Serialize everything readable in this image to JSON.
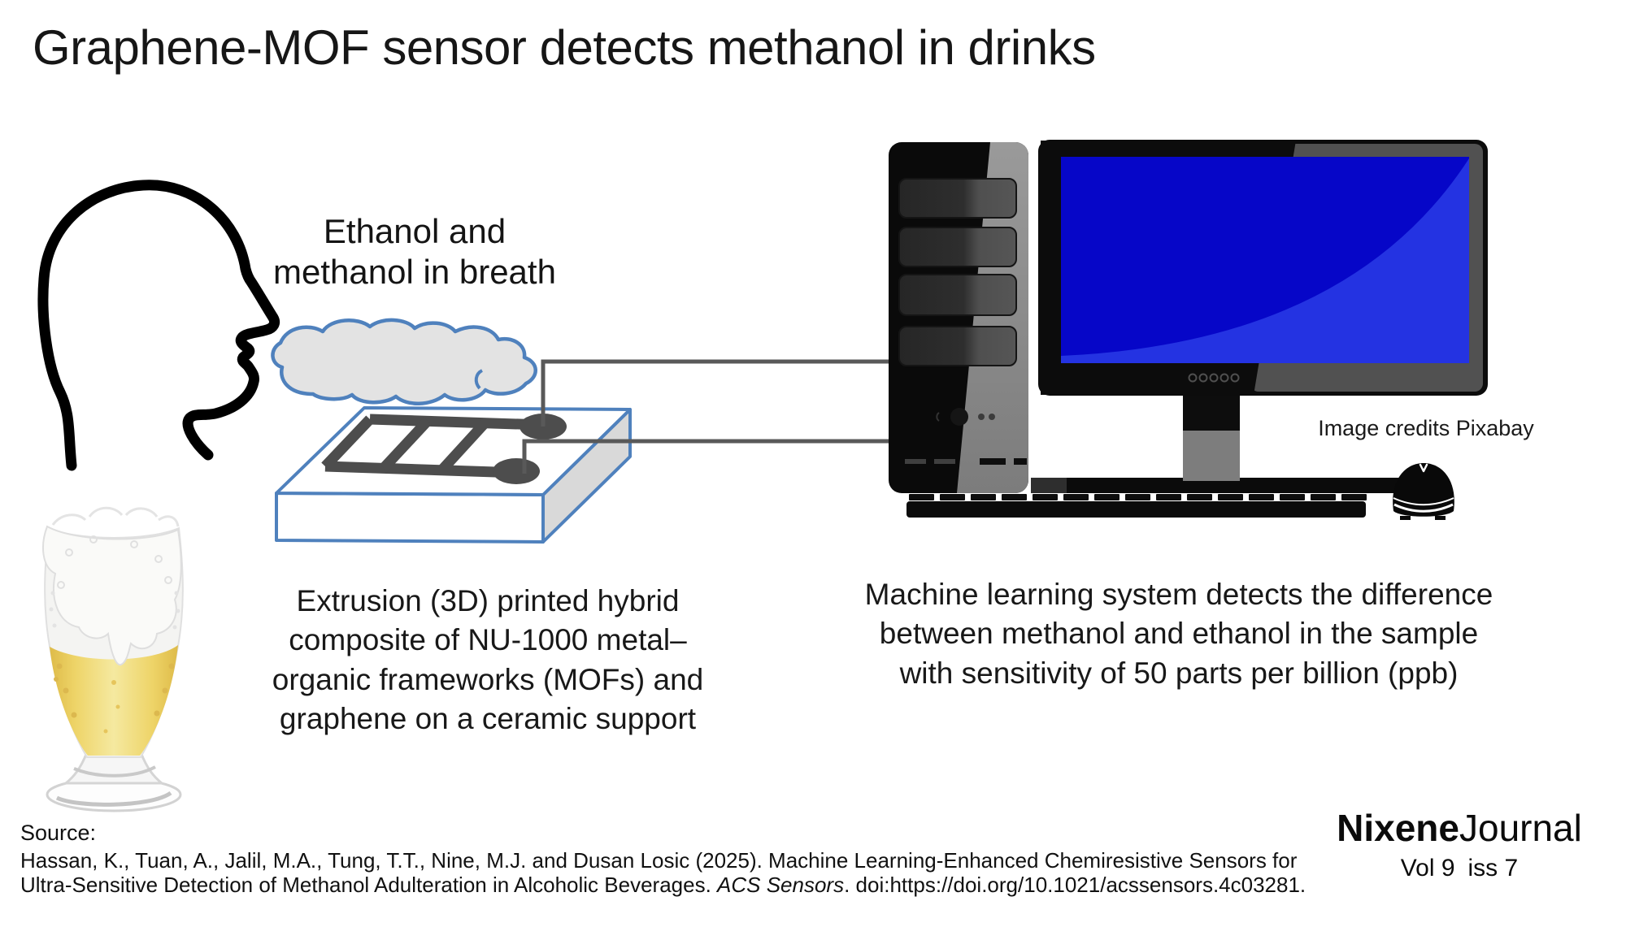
{
  "title": "Graphene-MOF sensor detects methanol in drinks",
  "breath": {
    "line1": "Ethanol and",
    "line2": "methanol in breath"
  },
  "sensor_caption": {
    "line1": "Extrusion (3D) printed hybrid",
    "line2": "composite of NU-1000 metal–",
    "line3": "organic frameworks (MOFs) and",
    "line4": "graphene on a ceramic support"
  },
  "ml_caption": {
    "line1": "Machine learning system detects the difference",
    "line2": "between methanol and ethanol in the sample",
    "line3": "with sensitivity of 50 parts per billion (ppb)"
  },
  "image_credits": "Image credits Pixabay",
  "source": {
    "label": "Source:",
    "line1": "Hassan, K., Tuan, A., Jalil, M.A., Tung, T.T., Nine, M.J. and Dusan Losic (2025). Machine Learning-Enhanced Chemiresistive Sensors for",
    "line2_pre": "Ultra-Sensitive Detection of Methanol Adulteration in Alcoholic Beverages. ",
    "line2_italic": "ACS Sensors",
    "line2_post": ". doi:https://doi.org/10.1021/acssensors.4c03281."
  },
  "journal": {
    "name_bold": "Nixene",
    "name_regular": "Journal",
    "vol": "Vol 9",
    "iss": "iss 7"
  },
  "figures": {
    "head": "human-head-profile",
    "cloud": "breath-cloud",
    "sensor": "mof-sensor-chip",
    "beer": "beer-glass",
    "tower": "computer-tower",
    "monitor": "computer-monitor",
    "keyboard": "keyboard",
    "mouse": "computer-mouse"
  },
  "colors": {
    "outline_blue": "#4f81bd",
    "screen_blue_dark": "#0606c8",
    "screen_blue_light": "#2433e2",
    "cloud_gray": "#e3e3e3",
    "electrode_gray": "#4d4d4d",
    "beer_gold": "#eed468"
  }
}
